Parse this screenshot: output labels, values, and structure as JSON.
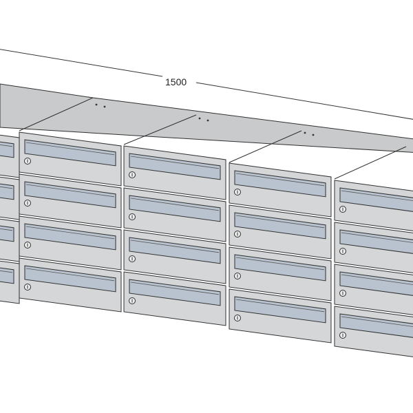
{
  "drawing": {
    "dimension_label": "1500"
  },
  "mailbox_array": {
    "columns": 5,
    "rows": 4
  },
  "colors": {
    "panel_face": "#d4d6d8",
    "panel_top": "#c6c8ca",
    "slot_fill": "#b9c3cf",
    "outline": "#2f2f2f",
    "background": "#ffffff"
  }
}
